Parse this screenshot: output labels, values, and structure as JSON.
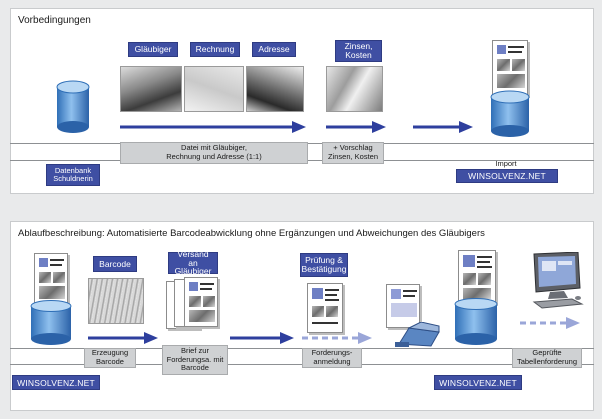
{
  "top": {
    "title": "Vorbedingungen",
    "tags": [
      "Gläubiger",
      "Rechnung",
      "Adresse",
      "Zinsen,\nKosten"
    ],
    "captions": {
      "datei": "Datei mit Gläubiger,\nRechnung und Adresse (1:1)",
      "vorschlag": "+ Vorschlag\nZinsen, Kosten"
    },
    "datenbank": "Datenbank\nSchuldnerin",
    "import": "Import",
    "import_target": "WINSOLVENZ.NET"
  },
  "bottom": {
    "title": "Ablaufbeschreibung: Automatisierte Barcodeabwicklung ohne Ergänzungen und Abweichungen des Gläubigers",
    "tags": {
      "barcode": "Barcode",
      "versand": "Versand\nan Gläubiger",
      "pruefung": "Prüfung &\nBestätigung"
    },
    "captions": {
      "erzeugung": "Erzeugung\nBarcode",
      "brief": "Brief zur\nForderungsa. mit\nBarcode",
      "forderung": "Forderungs-\nanmeldung",
      "gepruefte": "Geprüfte\nTabellenforderung"
    },
    "net_left": "WINSOLVENZ.NET",
    "net_right": "WINSOLVENZ.NET"
  },
  "colors": {
    "accent": "#3f4fa3",
    "arrow_solid": "#2e3f9e",
    "arrow_dashed": "#9aa6d8",
    "cylinder": "#4e8fd0",
    "caption_bg": "#cfd1d3"
  },
  "icons": [
    "database-icon",
    "document-icon",
    "scanner-icon",
    "computer-icon",
    "arrow-right-icon"
  ]
}
